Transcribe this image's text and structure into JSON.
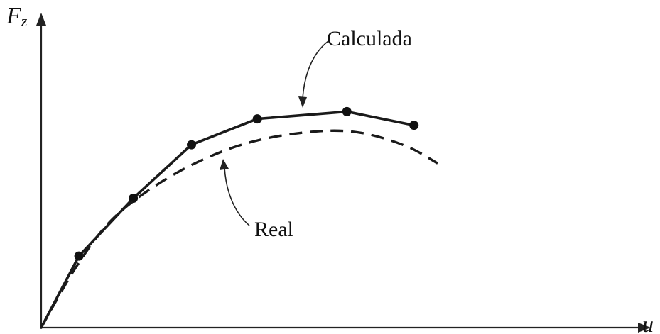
{
  "chart_data": {
    "type": "line",
    "title": "",
    "xlabel": "u",
    "ylabel_main": "F",
    "ylabel_sub": "z",
    "xlim": [
      0,
      10
    ],
    "ylim": [
      0,
      10
    ],
    "grid": false,
    "legend": "none",
    "series": [
      {
        "name": "Calculada",
        "style": "solid",
        "markers": true,
        "points": [
          [
            0,
            0
          ],
          [
            0.59,
            2.46
          ],
          [
            1.44,
            4.45
          ],
          [
            2.35,
            6.29
          ],
          [
            3.38,
            7.18
          ],
          [
            4.78,
            7.43
          ],
          [
            5.83,
            6.96
          ]
        ]
      },
      {
        "name": "Real",
        "style": "dashed",
        "markers": false,
        "points": [
          [
            0.0,
            0.0
          ],
          [
            0.55,
            2.1
          ],
          [
            1.1,
            3.7
          ],
          [
            1.8,
            4.9
          ],
          [
            2.6,
            5.85
          ],
          [
            3.4,
            6.45
          ],
          [
            4.3,
            6.75
          ],
          [
            5.0,
            6.7
          ],
          [
            5.7,
            6.25
          ],
          [
            6.2,
            5.65
          ]
        ]
      }
    ],
    "annotations": [
      {
        "text": "Calculada",
        "points_to": [
          4.05,
          7.36
        ]
      },
      {
        "text": "Real",
        "points_to": [
          2.8,
          6.1
        ]
      }
    ]
  }
}
